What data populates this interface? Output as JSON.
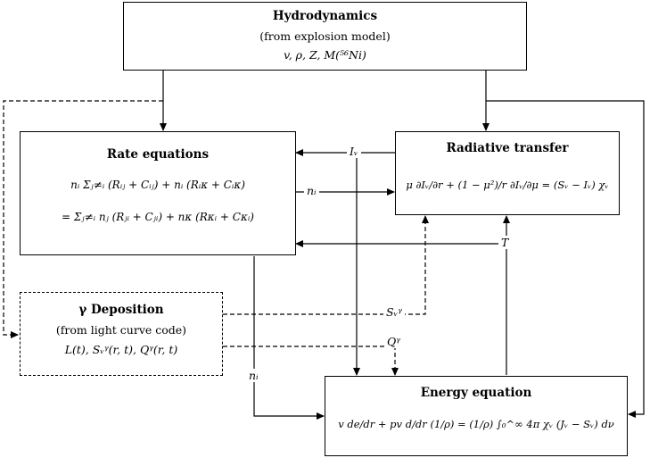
{
  "hydro": {
    "title": "Hydrodynamics",
    "subtitle": "(from explosion model)",
    "vars": "v, ρ, Z, M(⁵⁶Ni)"
  },
  "rate": {
    "title": "Rate equations",
    "eq1": "nᵢ Σⱼ≠ᵢ (Rᵢⱼ + Cᵢⱼ) + nᵢ (Rᵢκ + Cᵢκ)",
    "eq2": "= Σⱼ≠ᵢ nⱼ (Rⱼᵢ + Cⱼᵢ) + nκ (Rκᵢ + Cκᵢ)"
  },
  "radiative": {
    "title": "Radiative transfer",
    "eq": "μ ∂Iᵥ/∂r + (1 − μ²)/r ∂Iᵥ/∂μ = (Sᵥ − Iᵥ) χᵥ"
  },
  "gamma": {
    "title": "γ Deposition",
    "subtitle": "(from light curve code)",
    "vars": "L(t), Sᵥᵞ(r, t), Qᵞ(r, t)"
  },
  "energy": {
    "title": "Energy equation",
    "eq": "v de/dr + pv d/dr (1/ρ) = (1/ρ) ∫₀^∞ 4π χᵥ (Jᵥ − Sᵥ) dν"
  },
  "labels": {
    "i_nu": "Iᵥ",
    "n_i_right": "nᵢ",
    "T": "T",
    "S_gamma": "Sᵥᵞ",
    "Q_gamma": "Qᵞ",
    "n_i_down": "nᵢ"
  }
}
